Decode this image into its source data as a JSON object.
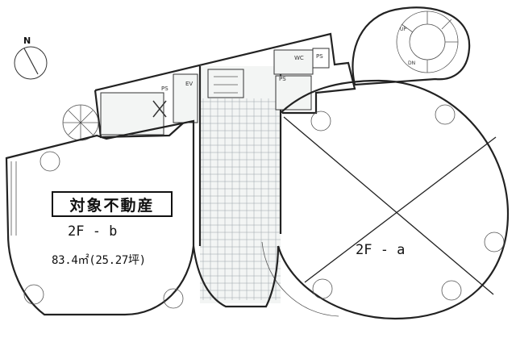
{
  "plan": {
    "target_label": "対象不動産",
    "unit_b": {
      "name": "2F - b",
      "area": "83.4㎡(25.27坪)"
    },
    "unit_a": {
      "name": "2F - a"
    },
    "north_mark": "N",
    "fixtures": [
      "WC",
      "PS",
      "PS",
      "PS",
      "EV",
      "UP",
      "DN"
    ]
  }
}
